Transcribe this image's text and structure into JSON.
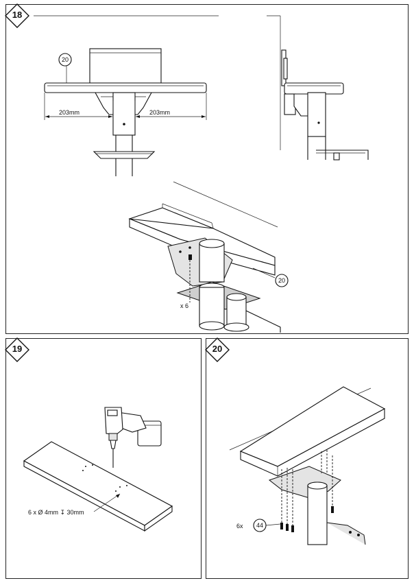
{
  "steps": [
    {
      "number": "18",
      "callout_top": "20",
      "dimension_left": "203mm",
      "dimension_right": "203mm",
      "screw_qty": "x 6",
      "callout_iso": "20"
    },
    {
      "number": "19",
      "drill_spec": "6 x Ø 4mm ↧ 30mm"
    },
    {
      "number": "20",
      "screw_qty": "6x",
      "callout_part": "44"
    }
  ]
}
